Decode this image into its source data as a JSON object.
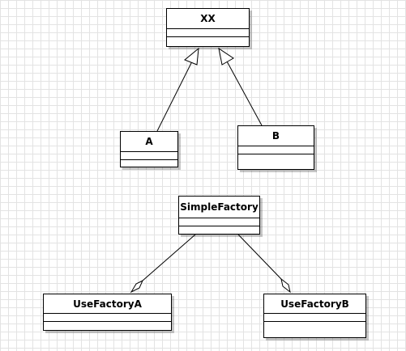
{
  "diagram": {
    "classes": {
      "xx": {
        "name": "XX"
      },
      "a": {
        "name": "A"
      },
      "b": {
        "name": "B"
      },
      "simple_factory": {
        "name": "SimpleFactory"
      },
      "use_factory_a": {
        "name": "UseFactoryA"
      },
      "use_factory_b": {
        "name": "UseFactoryB"
      }
    },
    "relations": [
      {
        "type": "generalization",
        "from": "a",
        "to": "xx"
      },
      {
        "type": "generalization",
        "from": "b",
        "to": "xx"
      },
      {
        "type": "aggregation",
        "whole": "use_factory_a",
        "part": "simple_factory"
      },
      {
        "type": "aggregation",
        "whole": "use_factory_b",
        "part": "simple_factory"
      }
    ],
    "colors": {
      "line": "#000000",
      "box_fill": "#ffffff",
      "grid": "#e3e3e3"
    }
  }
}
